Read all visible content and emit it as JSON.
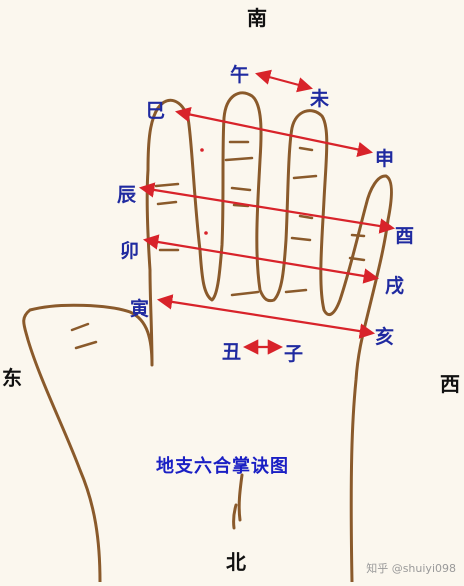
{
  "directions": {
    "south": "南",
    "north": "北",
    "east": "东",
    "west": "西"
  },
  "branches": {
    "wu": "午",
    "wei": "未",
    "si": "巳",
    "shen": "申",
    "chen": "辰",
    "you": "酉",
    "mao": "卯",
    "xu": "戌",
    "yin": "寅",
    "hai": "亥",
    "chou": "丑",
    "zi": "子"
  },
  "pairs": [
    [
      "午",
      "未"
    ],
    [
      "巳",
      "申"
    ],
    [
      "辰",
      "酉"
    ],
    [
      "卯",
      "戌"
    ],
    [
      "寅",
      "亥"
    ],
    [
      "丑",
      "子"
    ]
  ],
  "title": "地支六合掌诀图",
  "watermark": "知乎 @shuiyi098",
  "colors": {
    "arrow": "#d8232a",
    "branch_text": "#1f2aa0",
    "hand_outline": "#8a5a2b"
  }
}
